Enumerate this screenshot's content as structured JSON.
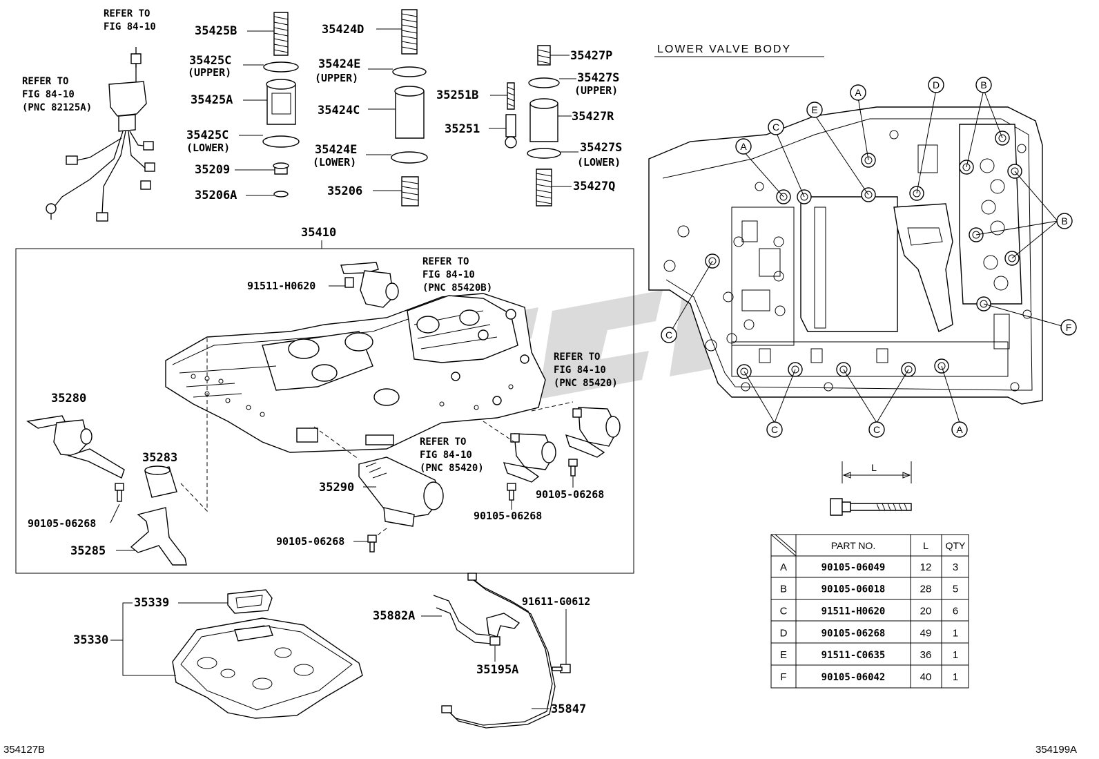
{
  "labels": {
    "p35425B": "35425B",
    "p35425C_u": "35425C",
    "upper1": "(UPPER)",
    "p35425A": "35425A",
    "p35425C_l": "35425C",
    "lower1": "(LOWER)",
    "p35209": "35209",
    "p35206A": "35206A",
    "p35424D": "35424D",
    "p35424E_u": "35424E",
    "upper2": "(UPPER)",
    "p35424C": "35424C",
    "p35424E_l": "35424E",
    "lower2": "(LOWER)",
    "p35206": "35206",
    "p35427P": "35427P",
    "p35427S_u": "35427S",
    "upper3": "(UPPER)",
    "p35251B": "35251B",
    "p35427R": "35427R",
    "p35251": "35251",
    "p35427S_l": "35427S",
    "lower3": "(LOWER)",
    "p35427Q": "35427Q",
    "p35410": "35410",
    "p91511H0620": "91511-H0620",
    "p35280": "35280",
    "p35283": "35283",
    "p90105a": "90105-06268",
    "p35285": "35285",
    "p35290": "35290",
    "p90105b": "90105-06268",
    "p90105c": "90105-06268",
    "p90105d": "90105-06268",
    "p35339": "35339",
    "p35330": "35330",
    "p35882A": "35882A",
    "p91611": "91611-G0612",
    "p35195A": "35195A",
    "p35847": "35847",
    "code_left": "354127B",
    "code_right": "354199A",
    "valve_title": "LOWER VALVE BODY",
    "dim_L": "L"
  },
  "refs": {
    "r1a": "REFER TO",
    "r1b": "FIG 84-10",
    "r2a": "REFER TO",
    "r2b": "FIG 84-10",
    "r2c": "(PNC 82125A)",
    "r3a": "REFER TO",
    "r3b": "FIG 84-10",
    "r3c": "(PNC 85420B)",
    "r4a": "REFER TO",
    "r4b": "FIG 84-10",
    "r4c": "(PNC 85420)",
    "r5a": "REFER TO",
    "r5b": "FIG 84-10",
    "r5c": "(PNC 85420)"
  },
  "bolt_letters": {
    "A": "A",
    "B": "B",
    "C": "C",
    "D": "D",
    "E": "E",
    "F": "F"
  },
  "table": {
    "headers": {
      "part": "PART NO.",
      "len": "L",
      "qty": "QTY"
    },
    "rows": [
      {
        "key": "A",
        "part": "90105-06049",
        "len": "12",
        "qty": "3"
      },
      {
        "key": "B",
        "part": "90105-06018",
        "len": "28",
        "qty": "5"
      },
      {
        "key": "C",
        "part": "91511-H0620",
        "len": "20",
        "qty": "6"
      },
      {
        "key": "D",
        "part": "90105-06268",
        "len": "49",
        "qty": "1"
      },
      {
        "key": "E",
        "part": "91511-C0635",
        "len": "36",
        "qty": "1"
      },
      {
        "key": "F",
        "part": "90105-06042",
        "len": "40",
        "qty": "1"
      }
    ]
  }
}
